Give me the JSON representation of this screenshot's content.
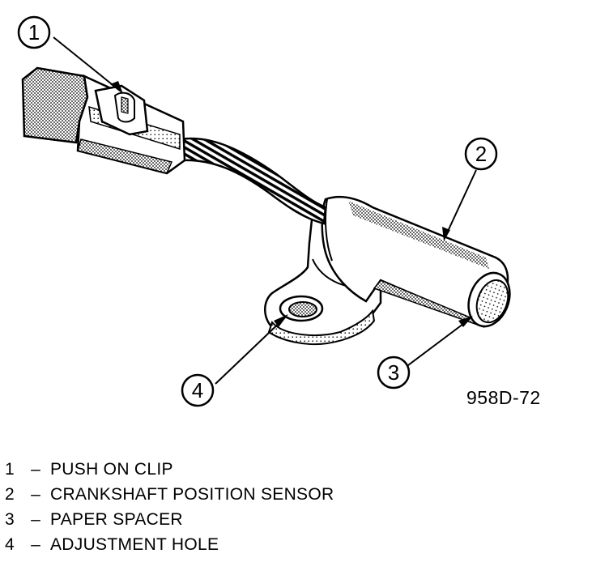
{
  "figure_id": "958D-72",
  "callouts": [
    "1",
    "2",
    "3",
    "4"
  ],
  "legend": [
    {
      "num": "1",
      "dash": "–",
      "text": "PUSH ON CLIP"
    },
    {
      "num": "2",
      "dash": "–",
      "text": "CRANKSHAFT POSITION SENSOR"
    },
    {
      "num": "3",
      "dash": "–",
      "text": "PAPER SPACER"
    },
    {
      "num": "4",
      "dash": "–",
      "text": "ADJUSTMENT HOLE"
    }
  ]
}
